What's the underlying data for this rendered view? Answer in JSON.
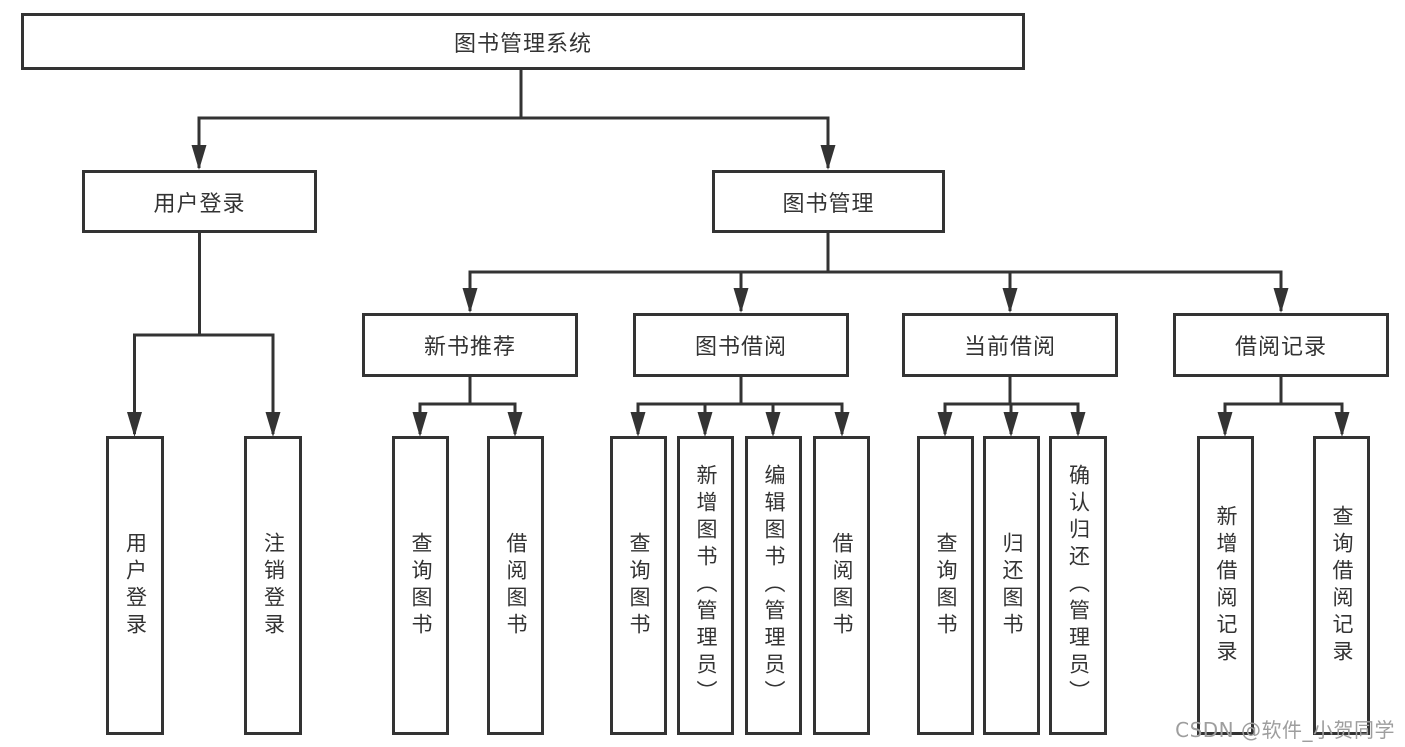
{
  "diagram_type": "hierarchy-tree",
  "tree": {
    "label": "图书管理系统",
    "children": [
      {
        "label": "用户登录",
        "children": [
          {
            "label": "用户登录"
          },
          {
            "label": "注销登录"
          }
        ]
      },
      {
        "label": "图书管理",
        "children": [
          {
            "label": "新书推荐",
            "children": [
              {
                "label": "查询图书"
              },
              {
                "label": "借阅图书"
              }
            ]
          },
          {
            "label": "图书借阅",
            "children": [
              {
                "label": "查询图书"
              },
              {
                "label": "新增图书（管理员）"
              },
              {
                "label": "编辑图书（管理员）"
              },
              {
                "label": "借阅图书"
              }
            ]
          },
          {
            "label": "当前借阅",
            "children": [
              {
                "label": "查询图书"
              },
              {
                "label": "归还图书"
              },
              {
                "label": "确认归还（管理员）"
              }
            ]
          },
          {
            "label": "借阅记录",
            "children": [
              {
                "label": "新增借阅记录"
              },
              {
                "label": "查询借阅记录"
              }
            ]
          }
        ]
      }
    ]
  },
  "watermark": "CSDN @软件_小贺同学",
  "colors": {
    "line": "#333333",
    "text": "#333333",
    "box_fill": "#ffffff",
    "watermark": "#9e9e9e",
    "background": "#ffffff"
  }
}
